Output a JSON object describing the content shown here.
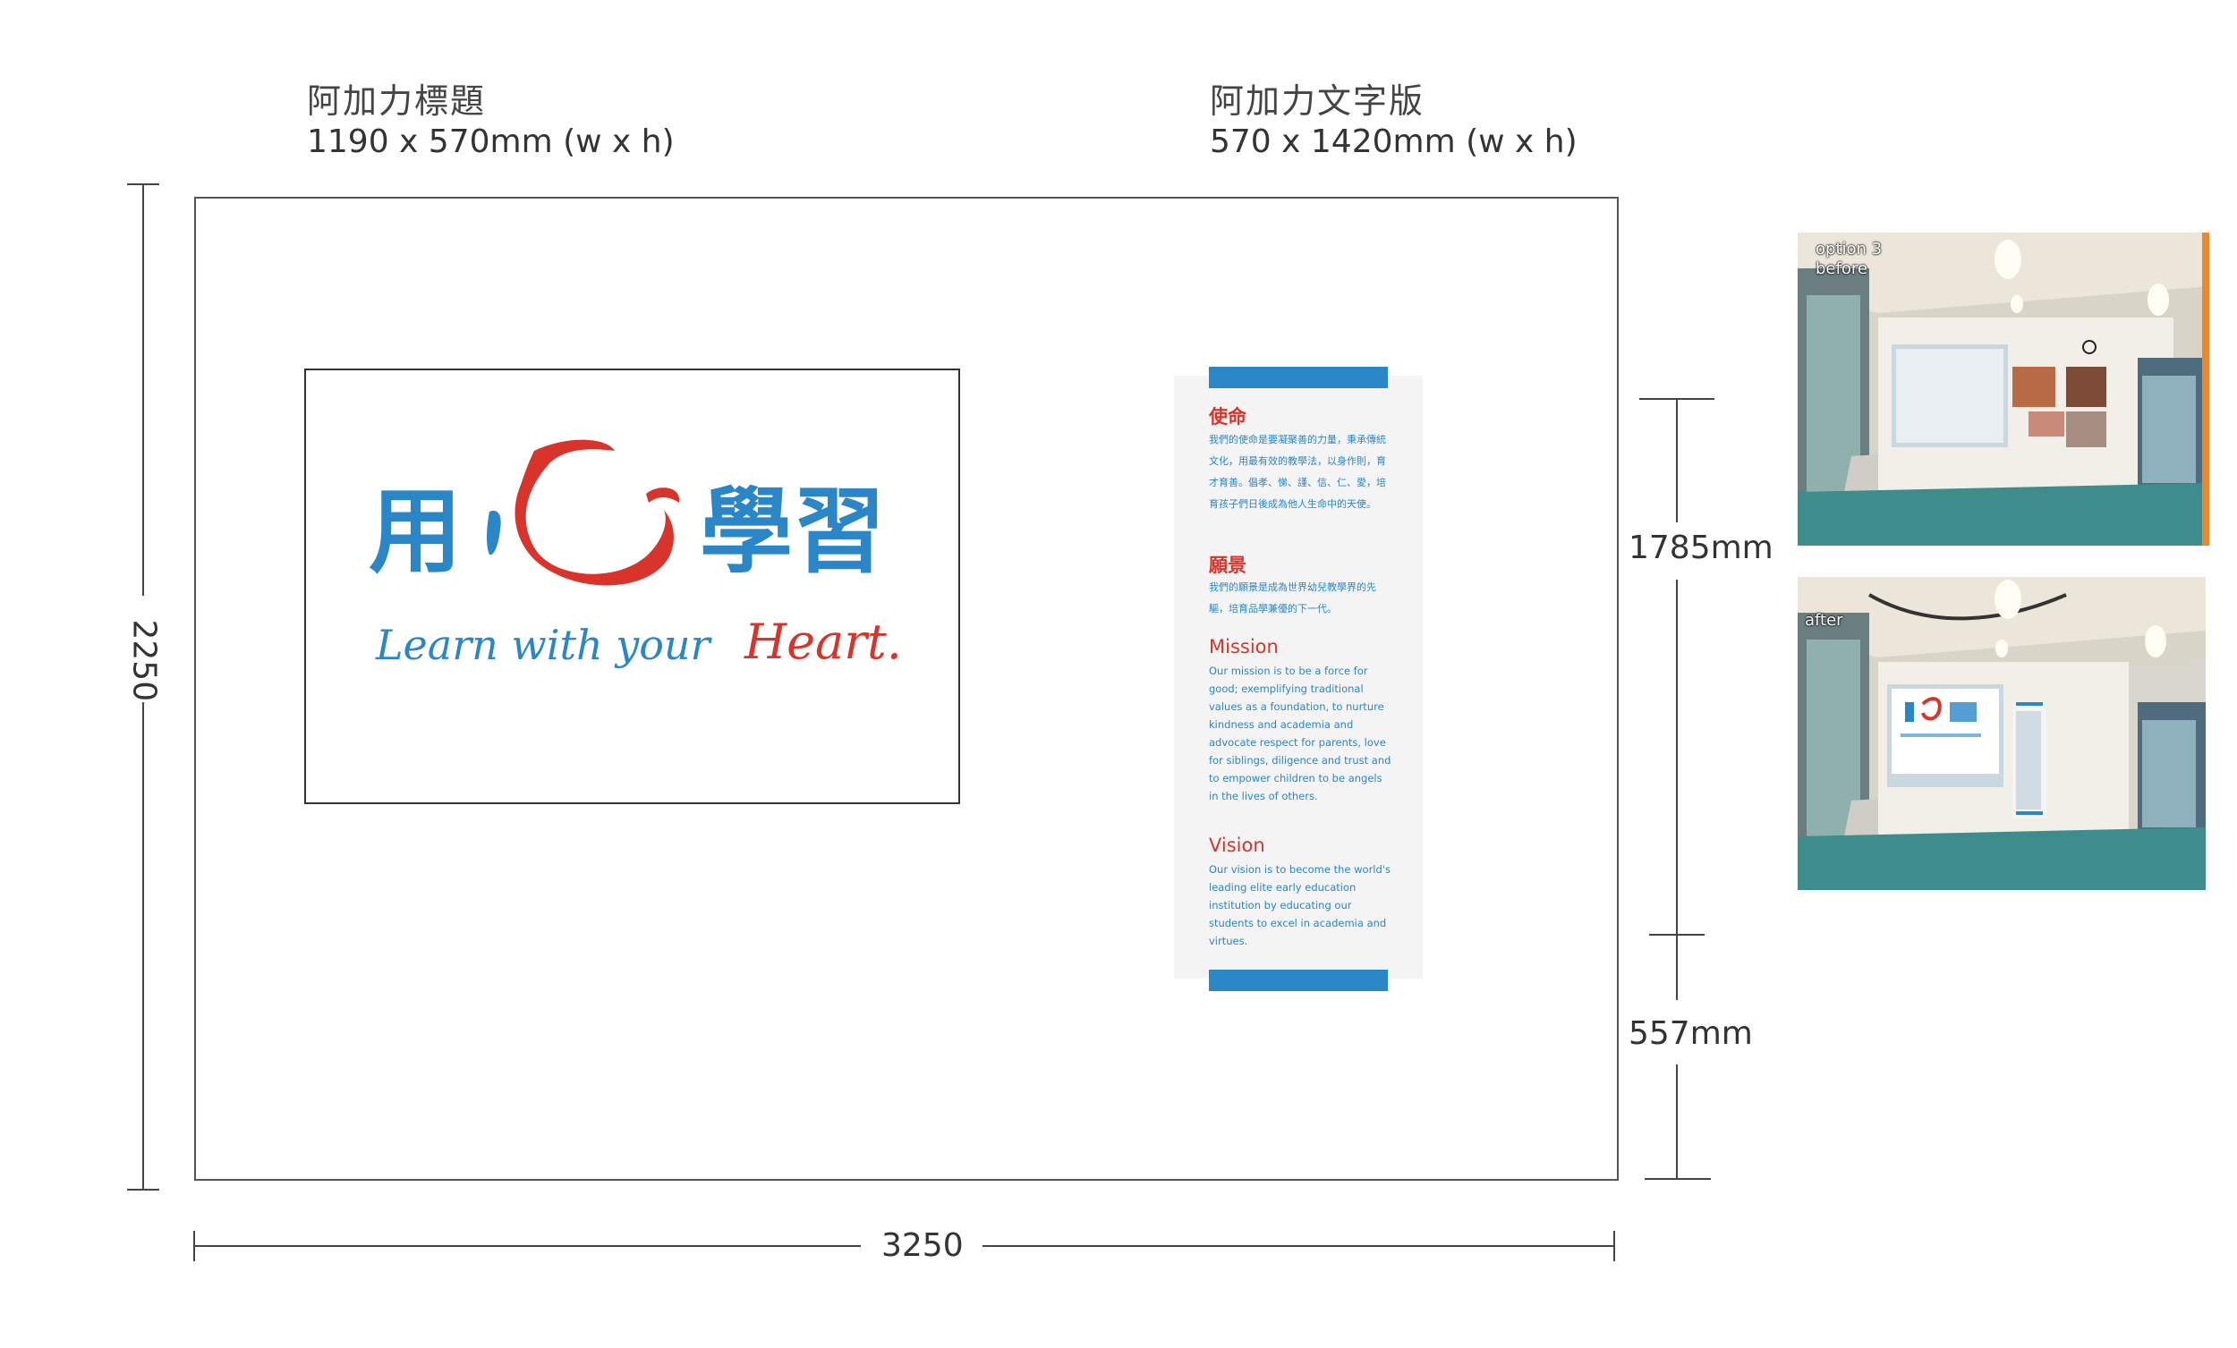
{
  "acrylic_title": {
    "name": "阿加力標題",
    "size": "1190 x 570mm (w x h)"
  },
  "acrylic_text": {
    "name": "阿加力文字版",
    "size": "570 x 1420mm (w x h)"
  },
  "logo": {
    "chinese_left": "用",
    "chinese_right": "學習",
    "tagline_blue": "Learn with your",
    "tagline_red": "Heart."
  },
  "text_panel": {
    "mission_zh_title": "使命",
    "mission_zh_body": "我們的使命是要凝聚善的力量，秉承傳統文化，用最有效的教學法，以身作則，育才育善。倡孝、悌、謹、信、仁、愛，培育孩子們日後成為他人生命中的天使。",
    "vision_zh_title": "願景",
    "vision_zh_body": "我們的願景是成為世界幼兒教學界的先驅，培育品學兼優的下一代。",
    "mission_en_title": "Mission",
    "mission_en_body": "Our mission is to be a force for good; exemplifying traditional values as a foundation, to nurture kindness and academia and advocate respect for parents, love for siblings, diligence and trust and to empower children to be angels in the lives of others.",
    "vision_en_title": "Vision",
    "vision_en_body": "Our vision is to become the world's leading elite early education institution by educating our students to excel in academia and virtues."
  },
  "dimensions": {
    "wall_height": "2250",
    "wall_width": "3250",
    "upper_height": "1785mm",
    "lower_height": "557mm"
  },
  "photos": {
    "before_label_line1": "option 3",
    "before_label_line2": "before",
    "after_label": "after"
  },
  "colors": {
    "brand_blue": "#2a86c6",
    "brand_red": "#d9342b"
  }
}
